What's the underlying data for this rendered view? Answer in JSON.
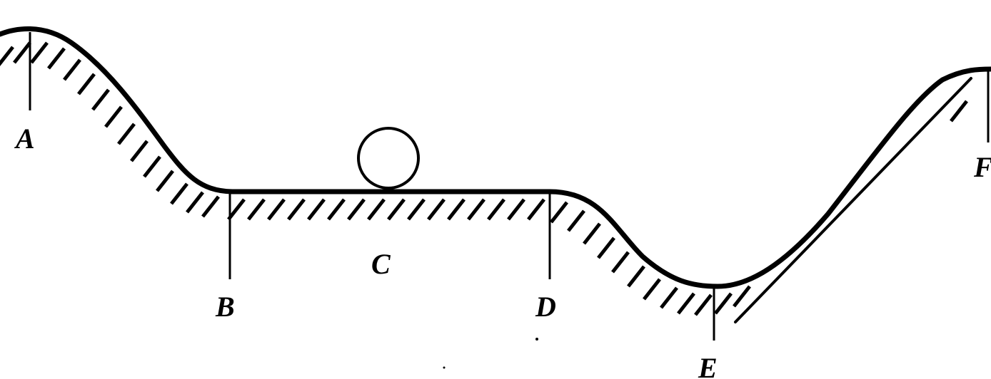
{
  "diagram": {
    "labels": {
      "A": "A",
      "B": "B",
      "C": "C",
      "D": "D",
      "E": "E",
      "F": "F"
    },
    "colors": {
      "line": "#000000",
      "background": "#ffffff"
    }
  }
}
